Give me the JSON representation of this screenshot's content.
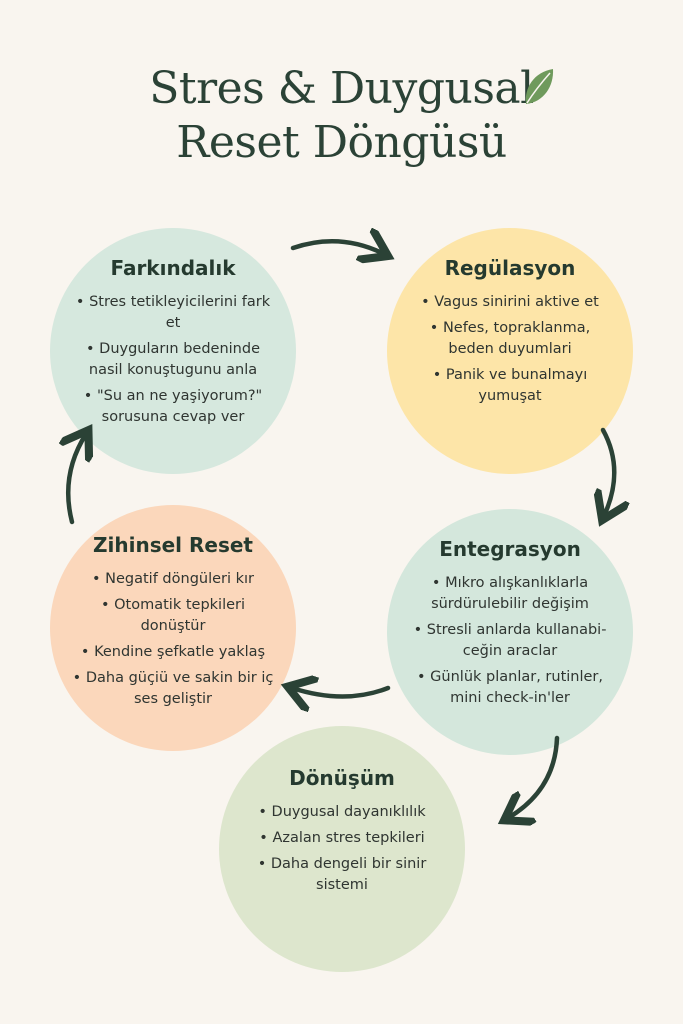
{
  "title_line1": "Stres & Duygusal",
  "title_line2": "Reset Döngüsü",
  "colors": {
    "background": "#f9f5ef",
    "title": "#2b4236",
    "arrow": "#2b4236",
    "farkindalik": "#d6e8de",
    "regulasyon": "#fde5a8",
    "entegrasyon": "#d4e7dc",
    "zihinsel": "#fbd7bb",
    "donusum": "#dde6cd",
    "leaf": "#6f9a5c"
  },
  "stages": [
    {
      "title": "Farkındalık",
      "items": [
        "Stres tetikleyicilerini fark et",
        "Duyguların bedeninde nasil konuştugunu anla",
        "\"Su an ne yaşiyorum?\" sorusuna cevap ver"
      ]
    },
    {
      "title": "Regülasyon",
      "items": [
        "Vagus sinirini aktive et",
        "Nefes, topraklanma, beden duyumlari",
        "Panik ve bunalmayı yumuşat"
      ]
    },
    {
      "title": "Entegrasyon",
      "items": [
        "Mıkro alışkanlıklarla sürdürulebilir değişim",
        "Stresli anlarda kullanabi-ceğin araclar",
        "Günlük planlar, rutinler, mini check-in'ler"
      ]
    },
    {
      "title": "Zihinsel Reset",
      "items": [
        "Negatif döngüleri kır",
        "Otomatik tepkileri donüştür",
        "Kendine şefkatle yaklaş",
        "Daha güçiü ve sakin bir iç ses geliştir"
      ]
    },
    {
      "title": "Dönüşüm",
      "items": [
        "Duygusal dayanıklılık",
        "Azalan stres tepkileri",
        "Daha dengeli bir sinir sistemi"
      ]
    }
  ]
}
